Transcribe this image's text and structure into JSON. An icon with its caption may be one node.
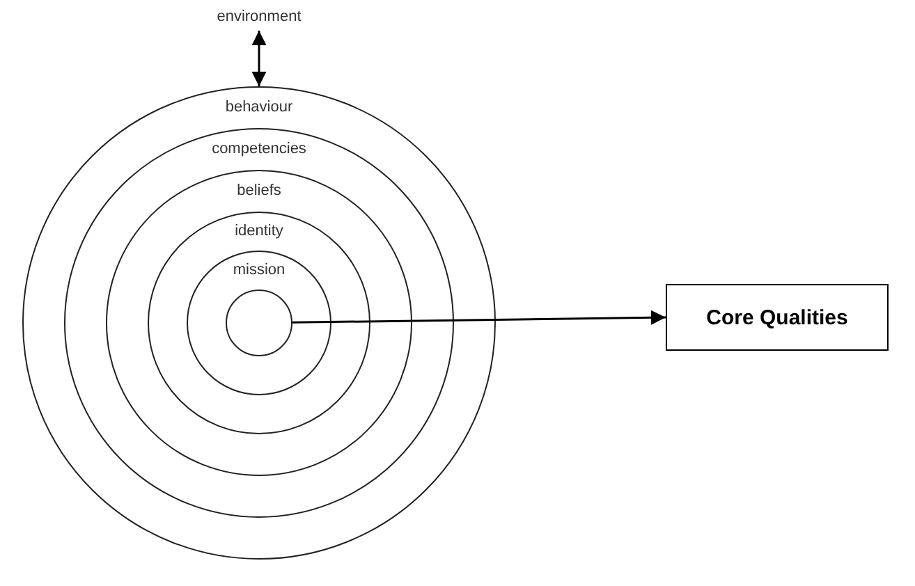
{
  "diagram": {
    "nodes": [
      {
        "text": [
          "environment"
        ]
      },
      {
        "text": [
          "behaviour"
        ]
      },
      {
        "text": [
          "competencies"
        ],
        "in": 1
      },
      {
        "text": [
          "beliefs"
        ],
        "in": 2
      },
      {
        "text": [
          "identity"
        ],
        "in": 3
      },
      {
        "text": [
          "mission"
        ],
        "in": 4
      },
      {
        "text": [],
        "shape": "circle",
        "in": 5
      },
      {
        "text": [
          "Core Qualities"
        ]
      }
    ],
    "edges": [
      {
        "from": 0,
        "to": 1,
        "arrow": "both"
      },
      {
        "from": 6,
        "to": 7,
        "arrow": "to"
      }
    ]
  }
}
